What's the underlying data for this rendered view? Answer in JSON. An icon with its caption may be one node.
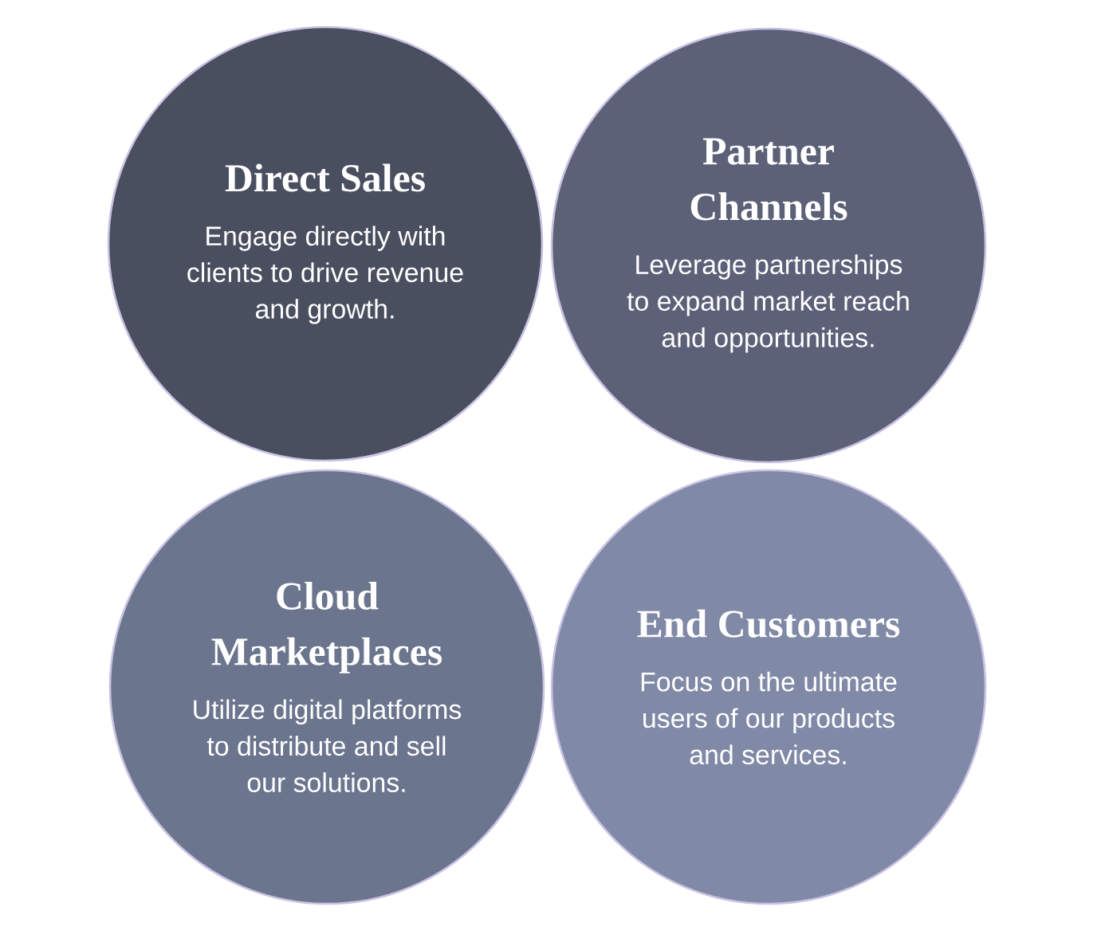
{
  "diagram": {
    "nodes": [
      {
        "text": [
          "Direct Sales",
          "Engage directly with clients to drive revenue and growth."
        ]
      },
      {
        "text": [
          "Partner Channels",
          "Leverage partnerships to expand market reach and opportunities."
        ]
      },
      {
        "text": [
          "Cloud Marketplaces",
          "Utilize digital platforms to distribute and sell our solutions."
        ]
      },
      {
        "text": [
          "End Customers",
          "Focus on the ultimate users of our products and services."
        ]
      }
    ]
  }
}
